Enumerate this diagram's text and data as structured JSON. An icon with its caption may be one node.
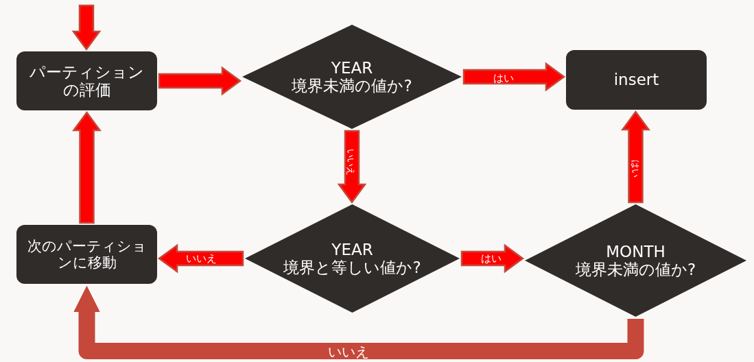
{
  "diagram": {
    "nodes": [
      {
        "text": [
          "パーティションの評価"
        ]
      },
      {
        "text": [
          "YEAR",
          "境界未満の値か?"
        ]
      },
      {
        "text": [
          "insert"
        ]
      },
      {
        "text": [
          "YEAR",
          "境界と等しい値か?"
        ]
      },
      {
        "text": [
          "次のパーティションに移動"
        ]
      },
      {
        "text": [
          "MONTH",
          "境界未満の値か?"
        ]
      }
    ],
    "edges": [
      {
        "from": null,
        "to": 0,
        "arrow": "to"
      },
      {
        "from": 0,
        "to": 1,
        "arrow": "to"
      },
      {
        "from": 1,
        "to": 2,
        "arrow": "to",
        "label": "はい"
      },
      {
        "from": 1,
        "to": 3,
        "arrow": "to",
        "label": "いいえ"
      },
      {
        "from": 3,
        "to": 4,
        "arrow": "to",
        "label": "いいえ"
      },
      {
        "from": 3,
        "to": 5,
        "arrow": "to",
        "label": "はい"
      },
      {
        "from": 5,
        "to": 2,
        "arrow": "to",
        "label": "はい"
      },
      {
        "from": 4,
        "to": 0,
        "arrow": "to"
      },
      {
        "from": 5,
        "to": 4,
        "arrow": "to",
        "label": "いいえ",
        "color": "#c5483a"
      }
    ]
  }
}
